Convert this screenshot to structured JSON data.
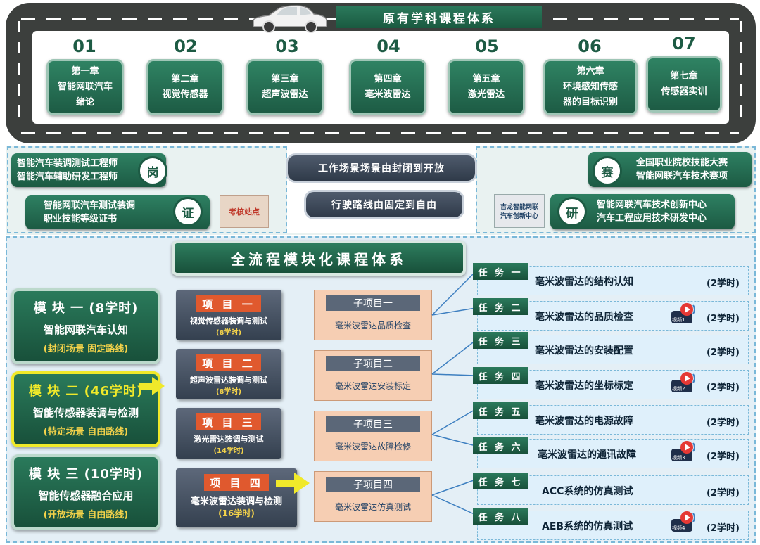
{
  "top": {
    "title": "原有学科课程体系",
    "chapters": [
      {
        "num": "01",
        "lines": [
          "第一章",
          "智能网联汽车",
          "绪论"
        ]
      },
      {
        "num": "02",
        "lines": [
          "第二章",
          "视觉传感器"
        ]
      },
      {
        "num": "03",
        "lines": [
          "第三章",
          "超声波雷达"
        ]
      },
      {
        "num": "04",
        "lines": [
          "第四章",
          "毫米波雷达"
        ]
      },
      {
        "num": "05",
        "lines": [
          "第五章",
          "激光雷达"
        ]
      },
      {
        "num": "06",
        "lines": [
          "第六章",
          "环境感知传感",
          "器的目标识别"
        ]
      },
      {
        "num": "07",
        "lines": [
          "第七章",
          "传感器实训"
        ]
      }
    ]
  },
  "middle": {
    "gang": {
      "label": "岗",
      "lines": [
        "智能汽车装调测试工程师",
        "智能汽车辅助研发工程师"
      ]
    },
    "zheng": {
      "label": "证",
      "lines": [
        "智能网联汽车测试装调",
        "职业技能等级证书"
      ]
    },
    "stamp_text": "考核站点",
    "pill1": "工作场景场景由封闭到开放",
    "pill2": "行驶路线由固定到自由",
    "sai": {
      "label": "赛",
      "lines": [
        "全国职业院校技能大赛",
        "智能网联汽车技术赛项"
      ]
    },
    "yan": {
      "label": "研",
      "lines": [
        "智能网联汽车技术创新中心",
        "汽车工程应用技术研发中心"
      ]
    },
    "plaque_lines": [
      "吉龙智能网联",
      "汽车创新中心"
    ]
  },
  "bottom": {
    "title": "全流程模块化课程体系",
    "modules": [
      {
        "title": "模 块 一 (8学时)",
        "name": "智能网联汽车认知",
        "scene": "(封闭场景   固定路线)"
      },
      {
        "title": "模 块 二 (46学时)",
        "name": "智能传感器装调与检测",
        "scene": "(特定场景   自由路线)"
      },
      {
        "title": "模 块 三 (10学时)",
        "name": "智能传感器融合应用",
        "scene": "(开放场景   自由路线)"
      }
    ],
    "projects": [
      {
        "head": "项 目 一",
        "desc": "视觉传感器装调与测试",
        "hours": "(8学时)"
      },
      {
        "head": "项 目 二",
        "desc": "超声波雷达装调与测试",
        "hours": "(8学时)"
      },
      {
        "head": "项 目 三",
        "desc": "激光雷达装调与测试",
        "hours": "(14学时)"
      },
      {
        "head": "项 目 四",
        "desc": "毫米波雷达装调与检测",
        "hours": "(16学时)"
      }
    ],
    "subprojects": [
      {
        "head": "子项目一",
        "desc": "毫米波雷达品质检查"
      },
      {
        "head": "子项目二",
        "desc": "毫米波雷达安装标定"
      },
      {
        "head": "子项目三",
        "desc": "毫米波雷达故障检修"
      },
      {
        "head": "子项目四",
        "desc": "毫米波雷达仿真测试"
      }
    ],
    "tasks": [
      {
        "tag": "任 务 一",
        "name": "毫米波雷达的结构认知",
        "hours": "(2学时)",
        "video": ""
      },
      {
        "tag": "任 务 二",
        "name": "毫米波雷达的品质检查",
        "hours": "(2学时)",
        "video": "视频1"
      },
      {
        "tag": "任 务 三",
        "name": "毫米波雷达的安装配置",
        "hours": "(2学时)",
        "video": ""
      },
      {
        "tag": "任 务 四",
        "name": "毫米波雷达的坐标标定",
        "hours": "(2学时)",
        "video": "视频2"
      },
      {
        "tag": "任 务 五",
        "name": "毫米波雷达的电源故障",
        "hours": "(2学时)",
        "video": ""
      },
      {
        "tag": "任 务 六",
        "name": "毫米波雷达的通讯故障",
        "hours": "(2学时)",
        "video": "视频3"
      },
      {
        "tag": "任 务 七",
        "name": "ACC系统的仿真测试",
        "hours": "(2学时)",
        "video": ""
      },
      {
        "tag": "任 务 八",
        "name": "AEB系统的仿真测试",
        "hours": "(2学时)",
        "video": "视频4"
      }
    ]
  },
  "colors": {
    "green": "#1d5b44",
    "orange": "#e0592e",
    "highlight": "#f0e92a",
    "peach": "#f6ceb3",
    "slate": "#3f4a5a"
  }
}
